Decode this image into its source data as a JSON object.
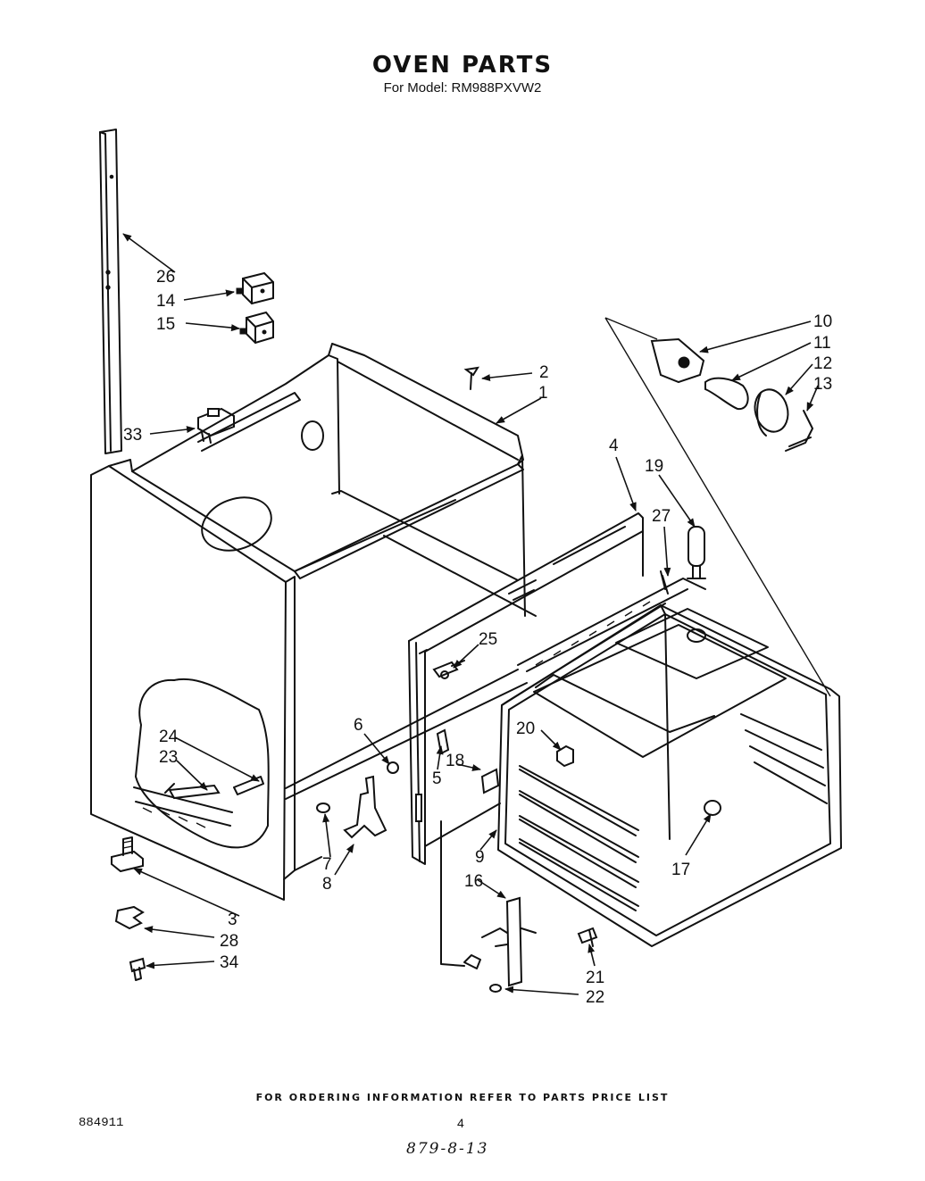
{
  "header": {
    "title": "OVEN PARTS",
    "subtitle": "For Model: RM988PXVW2"
  },
  "callouts": [
    "1",
    "2",
    "3",
    "4",
    "5",
    "6",
    "7",
    "8",
    "9",
    "10",
    "11",
    "12",
    "13",
    "14",
    "15",
    "16",
    "17",
    "18",
    "19",
    "20",
    "21",
    "22",
    "23",
    "24",
    "25",
    "26",
    "27",
    "28",
    "33",
    "34"
  ],
  "footer": {
    "ordering_note": "FOR ORDERING INFORMATION REFER TO PARTS PRICE LIST",
    "doc_number": "884911",
    "page_number": "4",
    "handwritten_note": "879-8-13"
  }
}
